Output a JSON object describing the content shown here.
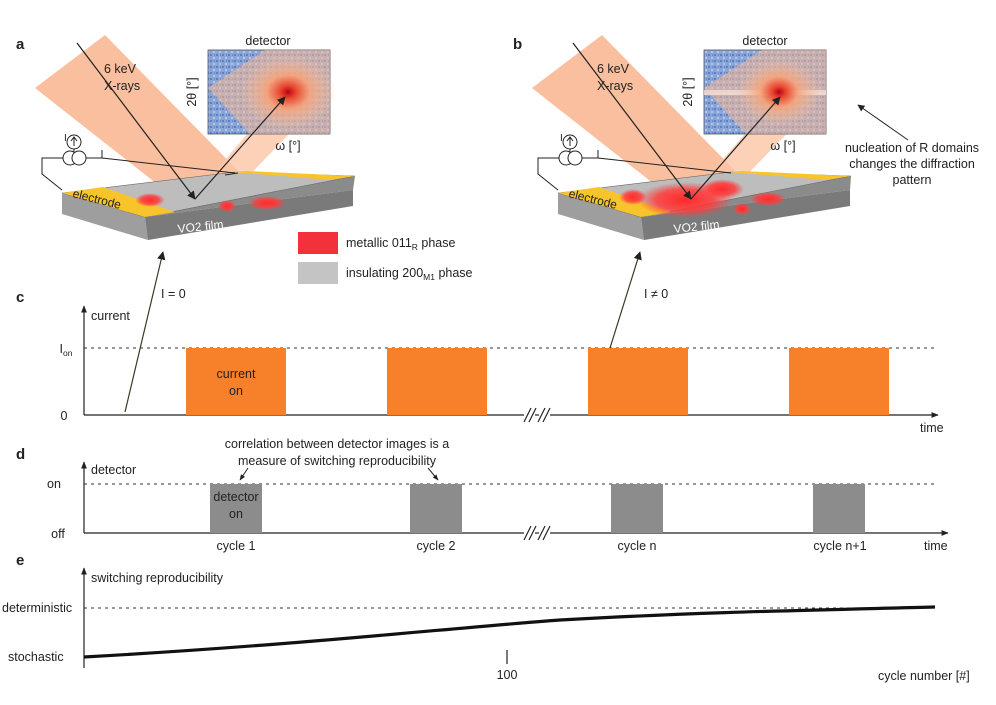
{
  "panels": {
    "a": "a",
    "b": "b",
    "c": "c",
    "d": "d",
    "e": "e"
  },
  "xray": {
    "line1": "6 keV",
    "line2": "X-rays"
  },
  "detector": {
    "title": "detector",
    "y_axis": "2θ [°]",
    "x_axis": "ω [°]"
  },
  "film": {
    "electrode": "electrode",
    "film_label": "VO2 film"
  },
  "legend": {
    "metallic": {
      "prefix": "metallic 011",
      "sub": "R",
      "suffix": " phase",
      "color": "#f2313b"
    },
    "insulating": {
      "prefix": "insulating 200",
      "sub": "M1",
      "suffix": " phase",
      "color": "#c4c4c4"
    }
  },
  "annotation_b": {
    "line1": "nucleation of R domains",
    "line2": "changes the diffraction",
    "line3": "pattern"
  },
  "arrow_labels": {
    "a": "I = 0",
    "b": "I ≠ 0"
  },
  "panel_c": {
    "y_title": "current",
    "ion": {
      "main": "I",
      "sub": "on"
    },
    "zero": "0",
    "x_title": "time",
    "pulse_label_1": "current",
    "pulse_label_2": "on",
    "pulse_color": "#f7802a"
  },
  "panel_d": {
    "y_title": "detector",
    "on": "on",
    "off": "off",
    "x_title": "time",
    "note_1": "correlation between detector images is a",
    "note_2": "measure of switching reproducibility",
    "pulse_label_1": "detector",
    "pulse_label_2": "on",
    "cycles": [
      "cycle 1",
      "cycle 2",
      "cycle n",
      "cycle n+1"
    ],
    "pulse_color": "#8c8c8c"
  },
  "panel_e": {
    "y_title": "switching reproducibility",
    "top": "deterministic",
    "bottom": "stochastic",
    "tick": "100",
    "x_title": "cycle number [#]"
  },
  "colors": {
    "beam": "#f9b48d",
    "film_top": "#bdbdbd",
    "electrode": "#f7c52b",
    "detector_bg": "#7a98cf"
  }
}
